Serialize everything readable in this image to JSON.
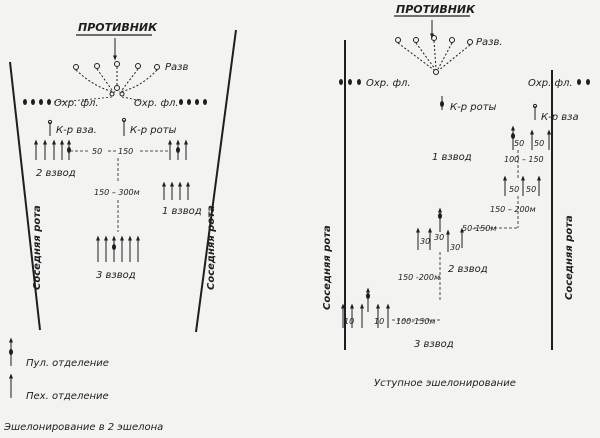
{
  "left": {
    "enemy": "ПРОТИВНИК",
    "recon": "Разв",
    "flank_guard": "Охр. фл.",
    "plt_cmd": "К-р вза.",
    "coy_cmd": "К-р роты",
    "gap_small": "50",
    "gap_mid": "150",
    "depth": "150 – 300м",
    "plt1": "1 взвод",
    "plt2": "2 взвод",
    "plt3": "3 взвод",
    "neighbor": "Соседняя рота",
    "legend_mg": "Пул. отделение",
    "legend_rifle": "Пех. отделение",
    "caption": "Эшелонирование в 2 эшелона"
  },
  "right": {
    "enemy": "ПРОТИВНИК",
    "recon": "Разв.",
    "flank_guard": "Охр. фл.",
    "coy_cmd": "К-р роты",
    "plt_cmd": "К-р вза",
    "plt1": "1 взвод",
    "plt2": "2 взвод",
    "plt3": "3 взвод",
    "neighbor": "Соседняя рота",
    "d50": "50",
    "d30": "30",
    "d10": "10",
    "d100_150a": "100 – 150",
    "d100_150b": "100-150м",
    "d150_200a": "150 – 200м",
    "d150_200b": "150 -200м",
    "d50_150": "50-150м",
    "caption": "Уступное эшелонирование"
  }
}
